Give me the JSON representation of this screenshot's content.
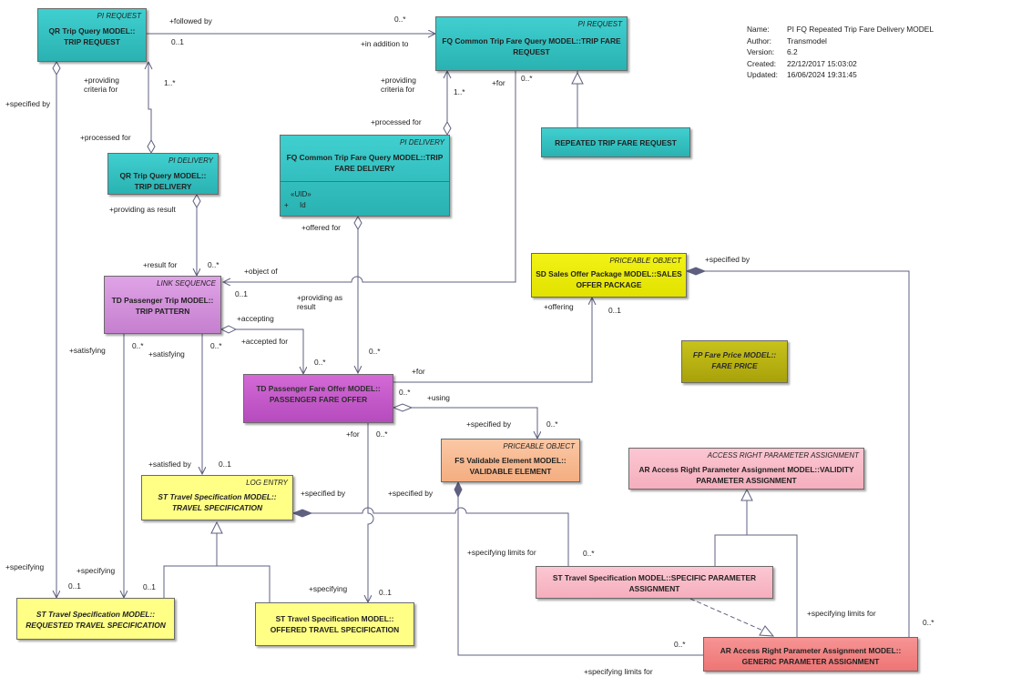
{
  "metadata": {
    "name_label": "Name:",
    "name": "PI FQ Repeated Trip Fare Delivery MODEL",
    "author_label": "Author:",
    "author": "Transmodel",
    "version_label": "Version:",
    "version": "6.2",
    "created_label": "Created:",
    "created": "22/12/2017 15:03:02",
    "updated_label": "Updated:",
    "updated": "16/06/2024 19:31:45"
  },
  "classes": {
    "qr_trip_request": {
      "stereotype": "PI REQUEST",
      "title": "QR Trip Query MODEL::\nTRIP REQUEST"
    },
    "fq_trip_fare_request": {
      "stereotype": "PI REQUEST",
      "title": "FQ Common Trip Fare Query MODEL::TRIP FARE\nREQUEST"
    },
    "repeated_trip_fare_request": {
      "title": "REPEATED TRIP FARE REQUEST"
    },
    "qr_trip_delivery": {
      "stereotype": "PI DELIVERY",
      "title": "QR Trip Query MODEL::\nTRIP DELIVERY"
    },
    "fq_trip_fare_delivery": {
      "stereotype": "PI DELIVERY",
      "title": "FQ Common Trip Fare Query MODEL::TRIP\nFARE DELIVERY",
      "attr_stereo": "«UID»",
      "attr_vis": "+",
      "attr_name": "Id"
    },
    "trip_pattern": {
      "stereotype": "LINK SEQUENCE",
      "title": "TD Passenger Trip MODEL::\nTRIP PATTERN"
    },
    "sales_offer_package": {
      "stereotype": "PRICEABLE OBJECT",
      "title": "SD Sales Offer Package MODEL::SALES\nOFFER PACKAGE"
    },
    "fare_price": {
      "title": "FP Fare Price MODEL::\nFARE PRICE"
    },
    "passenger_fare_offer": {
      "title": "TD Passenger Fare Offer MODEL::\nPASSENGER FARE OFFER"
    },
    "validable_element": {
      "stereotype": "PRICEABLE OBJECT",
      "title": "FS Validable Element MODEL::\nVALIDABLE ELEMENT"
    },
    "validity_parameter_assignment": {
      "stereotype": "ACCESS RIGHT PARAMETER ASSIGNMENT",
      "title": "AR Access Right Parameter Assignment MODEL::VALIDITY\nPARAMETER ASSIGNMENT"
    },
    "travel_specification": {
      "stereotype": "LOG ENTRY",
      "title": "ST Travel Specification MODEL::\nTRAVEL SPECIFICATION"
    },
    "specific_parameter_assignment": {
      "title": "ST Travel Specification MODEL::SPECIFIC PARAMETER\nASSIGNMENT"
    },
    "requested_travel_specification": {
      "title": "ST Travel Specification MODEL::\nREQUESTED TRAVEL SPECIFICATION"
    },
    "offered_travel_specification": {
      "title": "ST Travel Specification MODEL::\nOFFERED TRAVEL SPECIFICATION"
    },
    "generic_parameter_assignment": {
      "title": "AR Access Right Parameter Assignment MODEL::\nGENERIC PARAMETER ASSIGNMENT"
    }
  },
  "labels": [
    {
      "text": "+followed by"
    },
    {
      "text": "0..*"
    },
    {
      "text": "0..1"
    },
    {
      "text": "+in addition to"
    },
    {
      "text": "+providing\ncriteria for"
    },
    {
      "text": "1..*"
    },
    {
      "text": "+specified by"
    },
    {
      "text": "+processed for"
    },
    {
      "text": "+providing\ncriteria for"
    },
    {
      "text": "1..*"
    },
    {
      "text": "+for"
    },
    {
      "text": "0..*"
    },
    {
      "text": "+processed for"
    },
    {
      "text": "+providing as result"
    },
    {
      "text": "+offered for"
    },
    {
      "text": "+result for"
    },
    {
      "text": "0..*"
    },
    {
      "text": "+object of"
    },
    {
      "text": "0..1"
    },
    {
      "text": "+specified by"
    },
    {
      "text": "+offering"
    },
    {
      "text": "0..1"
    },
    {
      "text": "+providing as\nresult"
    },
    {
      "text": "+accepting"
    },
    {
      "text": "+accepted for"
    },
    {
      "text": "+satisfying"
    },
    {
      "text": "0..*"
    },
    {
      "text": "+satisfying"
    },
    {
      "text": "0..*"
    },
    {
      "text": "0..*"
    },
    {
      "text": "0..*"
    },
    {
      "text": "+for"
    },
    {
      "text": "0..*"
    },
    {
      "text": "+using"
    },
    {
      "text": "+specified by"
    },
    {
      "text": "0..*"
    },
    {
      "text": "+for"
    },
    {
      "text": "0..*"
    },
    {
      "text": "+satisfied by"
    },
    {
      "text": "0..1"
    },
    {
      "text": "+specified by"
    },
    {
      "text": "+specified by"
    },
    {
      "text": "+specifying limits for"
    },
    {
      "text": "0..*"
    },
    {
      "text": "+specifying"
    },
    {
      "text": "+specifying"
    },
    {
      "text": "0..1"
    },
    {
      "text": "0..1"
    },
    {
      "text": "+specifying"
    },
    {
      "text": "0..1"
    },
    {
      "text": "+specifying limits for"
    },
    {
      "text": "0..*"
    },
    {
      "text": "0..*"
    },
    {
      "text": "+specifying limits for"
    }
  ]
}
